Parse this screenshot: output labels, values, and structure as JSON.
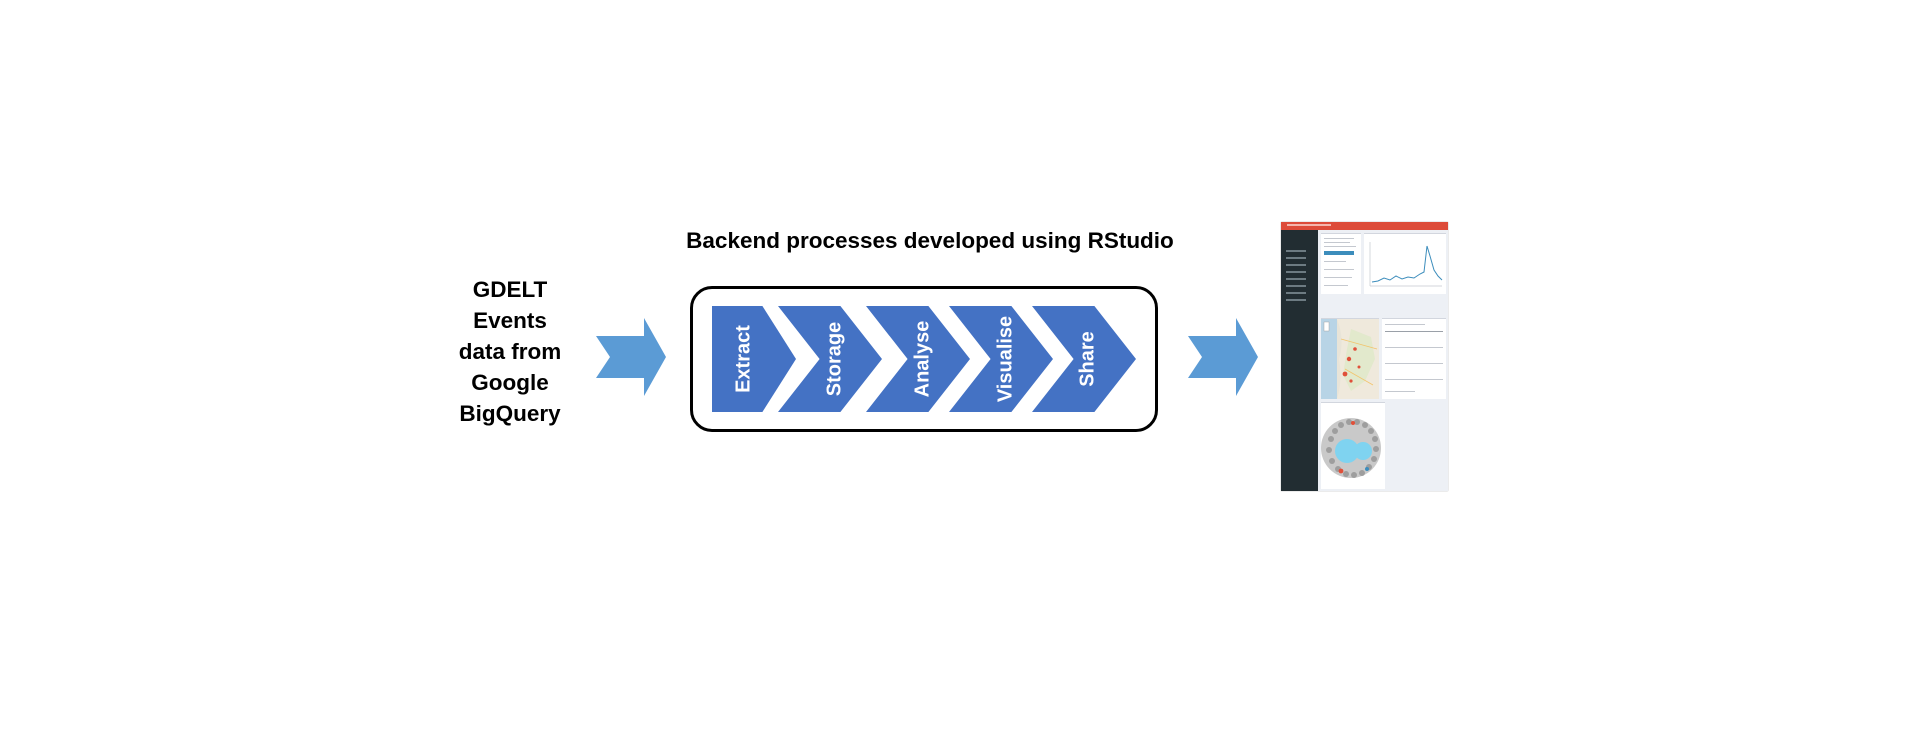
{
  "source": {
    "lines": [
      "GDELT",
      "Events",
      "data from",
      "Google",
      "BigQuery"
    ]
  },
  "pipeline": {
    "title": "Backend processes developed using RStudio",
    "steps": [
      "Extract",
      "Storage",
      "Analyse",
      "Visualise",
      "Share"
    ]
  },
  "colors": {
    "step_fill": "#4472c4",
    "arrow_fill": "#5b9bd5",
    "thumb_header": "#dd4b39",
    "thumb_sidebar": "#222d32"
  },
  "output": {
    "thumbnail_icon": "dashboard-screenshot"
  }
}
